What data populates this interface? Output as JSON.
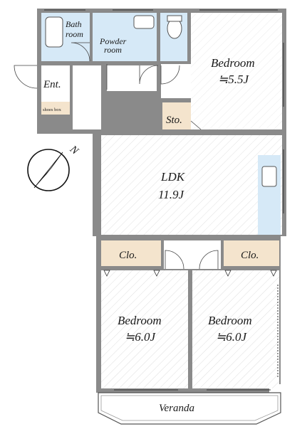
{
  "rooms": {
    "bath": {
      "line1": "Bath",
      "line2": "room"
    },
    "powder": {
      "line1": "Powder",
      "line2": "room"
    },
    "bedroom_ne": {
      "name": "Bedroom",
      "size": "≒5.5J"
    },
    "entrance": {
      "name": "Ent."
    },
    "shoes_box": {
      "name": "shoes box"
    },
    "storage": {
      "name": "Sto."
    },
    "ldk": {
      "name": "LDK",
      "size": "11.9J"
    },
    "closet_left": {
      "name": "Clo."
    },
    "closet_right": {
      "name": "Clo."
    },
    "bedroom_sw": {
      "name": "Bedroom",
      "size": "≒6.0J"
    },
    "bedroom_se": {
      "name": "Bedroom",
      "size": "≒6.0J"
    },
    "veranda": {
      "name": "Veranda"
    }
  },
  "compass": {
    "label": "N"
  }
}
